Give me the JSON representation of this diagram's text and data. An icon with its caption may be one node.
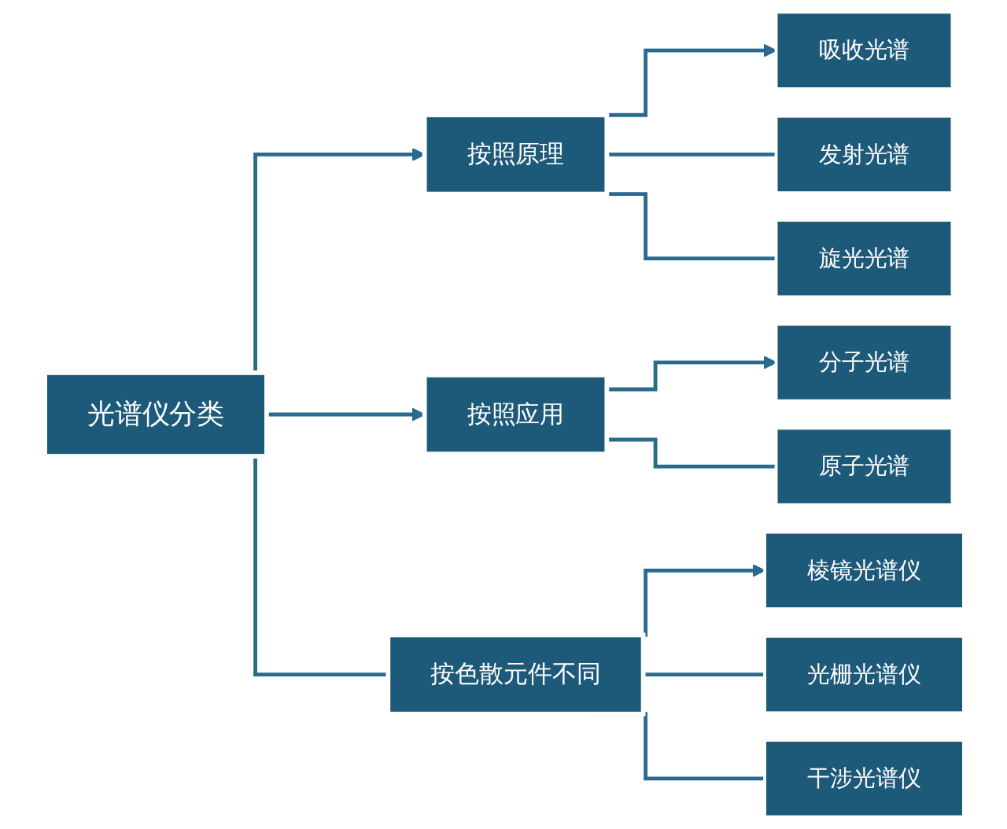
{
  "diagram": {
    "nodes": [
      {
        "text": [
          "光谱仪分类"
        ]
      },
      {
        "text": [
          "按照原理"
        ]
      },
      {
        "text": [
          "按照应用"
        ]
      },
      {
        "text": [
          "按色散元件不同"
        ]
      },
      {
        "text": [
          "吸收光谱"
        ]
      },
      {
        "text": [
          "发射光谱"
        ]
      },
      {
        "text": [
          "旋光光谱"
        ]
      },
      {
        "text": [
          "分子光谱"
        ]
      },
      {
        "text": [
          "原子光谱"
        ]
      },
      {
        "text": [
          "棱镜光谱仪"
        ]
      },
      {
        "text": [
          "光栅光谱仪"
        ]
      },
      {
        "text": [
          "干涉光谱仪"
        ]
      }
    ],
    "edges": [
      {
        "from": 0,
        "to": 1,
        "arrow": "to"
      },
      {
        "from": 0,
        "to": 2,
        "arrow": "to"
      },
      {
        "from": 0,
        "to": 3,
        "arrow": "none"
      },
      {
        "from": 1,
        "to": 4,
        "arrow": "to"
      },
      {
        "from": 1,
        "to": 5,
        "arrow": "none"
      },
      {
        "from": 1,
        "to": 6,
        "arrow": "none"
      },
      {
        "from": 2,
        "to": 7,
        "arrow": "to"
      },
      {
        "from": 2,
        "to": 8,
        "arrow": "none"
      },
      {
        "from": 3,
        "to": 9,
        "arrow": "to"
      },
      {
        "from": 3,
        "to": 10,
        "arrow": "none"
      },
      {
        "from": 3,
        "to": 11,
        "arrow": "none"
      }
    ]
  }
}
